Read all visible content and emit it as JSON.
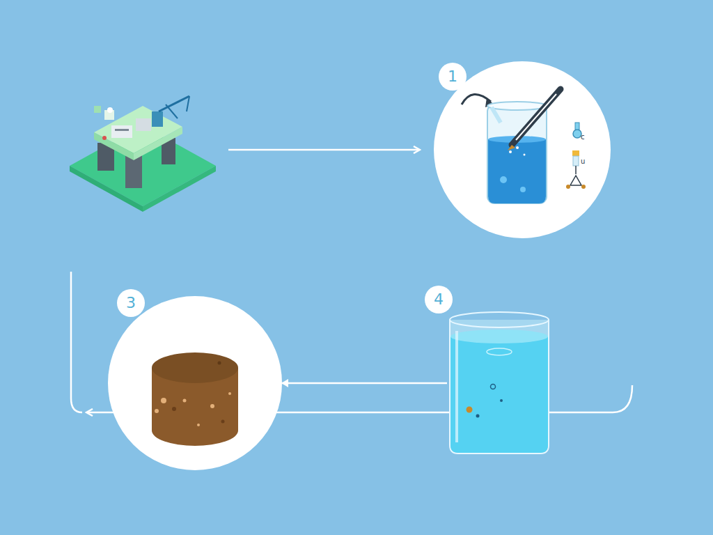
{
  "diagram": {
    "nodes": [
      {
        "text": [
          "1"
        ]
      },
      {
        "text": [
          "3"
        ]
      },
      {
        "text": [
          "4"
        ]
      }
    ],
    "edges": [
      {
        "from": 2,
        "to": 1,
        "arrow": "to"
      }
    ],
    "labels": [
      "c",
      "u"
    ]
  }
}
